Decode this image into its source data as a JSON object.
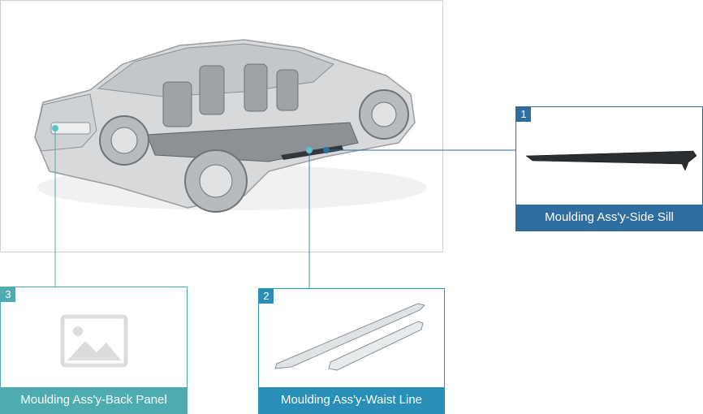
{
  "parts": [
    {
      "number": "1",
      "label": "Moulding Ass'y-Side Sill",
      "color": "#2f6d9e"
    },
    {
      "number": "2",
      "label": "Moulding Ass'y-Waist Line",
      "color": "#2a8fb8"
    },
    {
      "number": "3",
      "label": "Moulding Ass'y-Back Panel",
      "color": "#4eabb0"
    }
  ],
  "icons": {
    "placeholder": "image-placeholder-icon"
  }
}
